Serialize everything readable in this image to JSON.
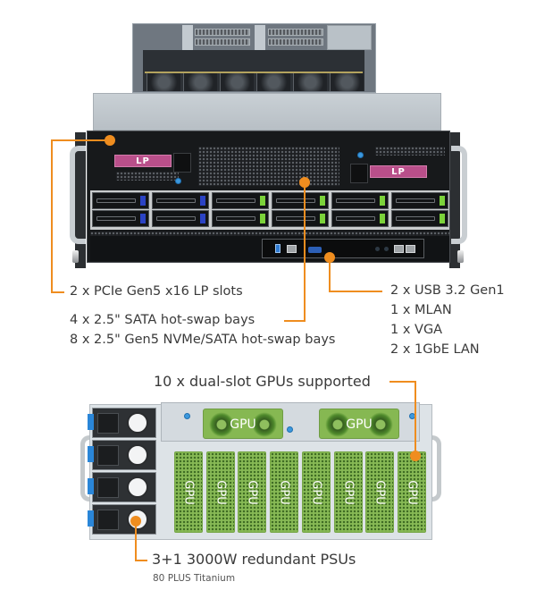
{
  "front_view": {
    "lp_labels": [
      "LP",
      "LP"
    ],
    "bays": {
      "columns": 6,
      "rows": 2,
      "latch_colors": [
        "#2b43c4",
        "#2b43c4",
        "#7bd23a",
        "#7bd23a",
        "#7bd23a",
        "#7bd23a"
      ]
    },
    "callouts": {
      "pcie": "2 x PCIe Gen5 x16 LP slots",
      "bays_line1": "4 x 2.5\" SATA hot-swap bays",
      "bays_line2": "8 x 2.5\" Gen5 NVMe/SATA hot-swap bays",
      "io": [
        "2 x USB 3.2 Gen1",
        "1 x MLAN",
        "1 x VGA",
        "2 x 1GbE LAN"
      ]
    }
  },
  "rear_view": {
    "top_gpu_labels": [
      "GPU",
      "GPU"
    ],
    "vertical_gpu_labels": [
      "GPU",
      "GPU",
      "GPU",
      "GPU",
      "GPU",
      "GPU",
      "GPU",
      "GPU"
    ],
    "psu_count": 4,
    "callouts": {
      "gpus": "10 x dual-slot GPUs supported",
      "psu": "3+1 3000W redundant PSUs",
      "psu_sub": "80 PLUS Titanium"
    }
  },
  "colors": {
    "leader": "#ef8d1f",
    "lp_tag": "#b94f8a",
    "gpu_green": "#87b955",
    "sata_latch": "#2b43c4",
    "nvme_latch": "#7bd23a"
  }
}
